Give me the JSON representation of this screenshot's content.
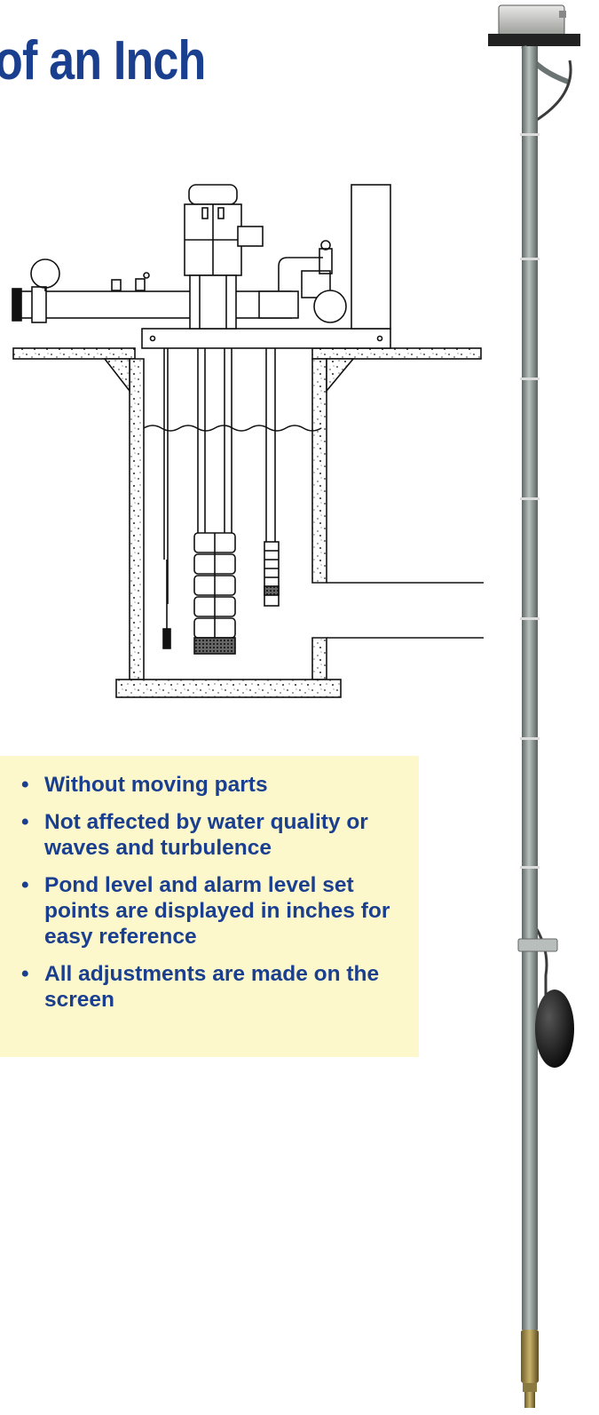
{
  "heading": "of an Inch",
  "features": [
    "Without moving parts",
    "Not affected by water quality or waves and turbulence",
    "Pond level and alarm level set points are displayed in inches for easy reference",
    "All adjustments are made on the screen"
  ],
  "colors": {
    "heading_text": "#1a3f8f",
    "callout_background": "#fdf8cc",
    "sensor_pipe": "#7f8a88"
  },
  "icons": {
    "pump_station": "pump-station-illustration",
    "level_sensor": "level-sensor-rod-photo"
  }
}
